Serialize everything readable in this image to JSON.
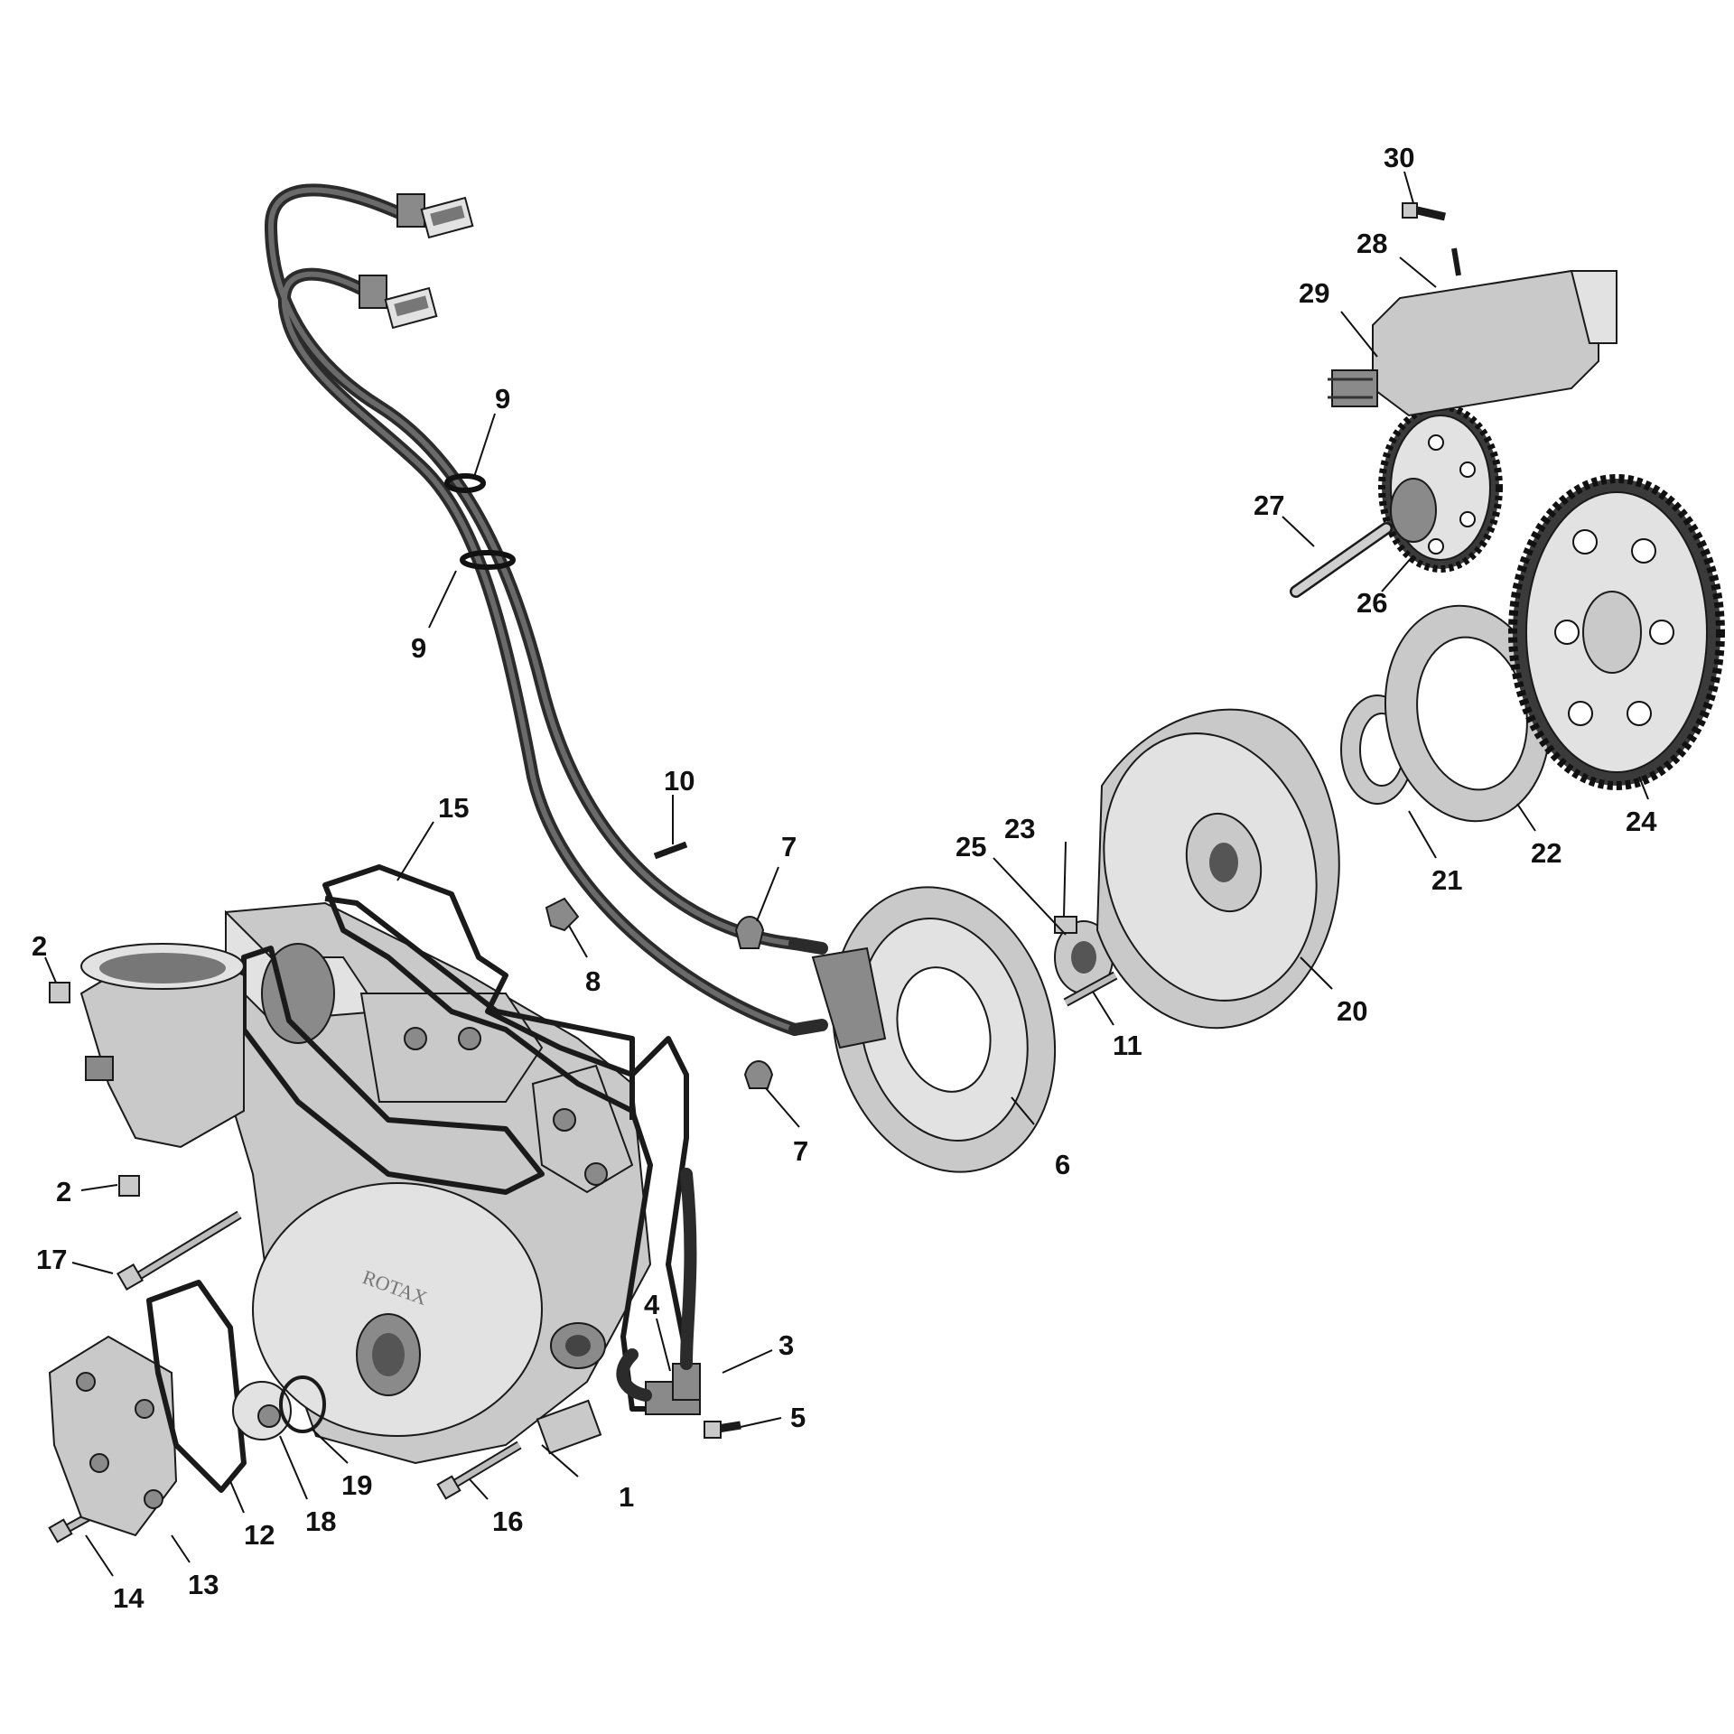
{
  "diagram": {
    "colors": {
      "background": "#ffffff",
      "part": "#c9c9c9",
      "outline": "#1a1a1a",
      "wire": "#2b2b2b"
    },
    "callouts": {
      "c1": "1",
      "c2a": "2",
      "c2b": "2",
      "c3": "3",
      "c4": "4",
      "c5": "5",
      "c6": "6",
      "c7a": "7",
      "c7b": "7",
      "c8": "8",
      "c9a": "9",
      "c9b": "9",
      "c10": "10",
      "c11": "11",
      "c12": "12",
      "c13": "13",
      "c14": "14",
      "c15": "15",
      "c16": "16",
      "c17": "17",
      "c18": "18",
      "c19": "19",
      "c20": "20",
      "c21": "21",
      "c22": "22",
      "c23": "23",
      "c24": "24",
      "c25": "25",
      "c26": "26",
      "c27": "27",
      "c28": "28",
      "c29": "29",
      "c30": "30"
    },
    "cover_logo": "ROTAX"
  }
}
